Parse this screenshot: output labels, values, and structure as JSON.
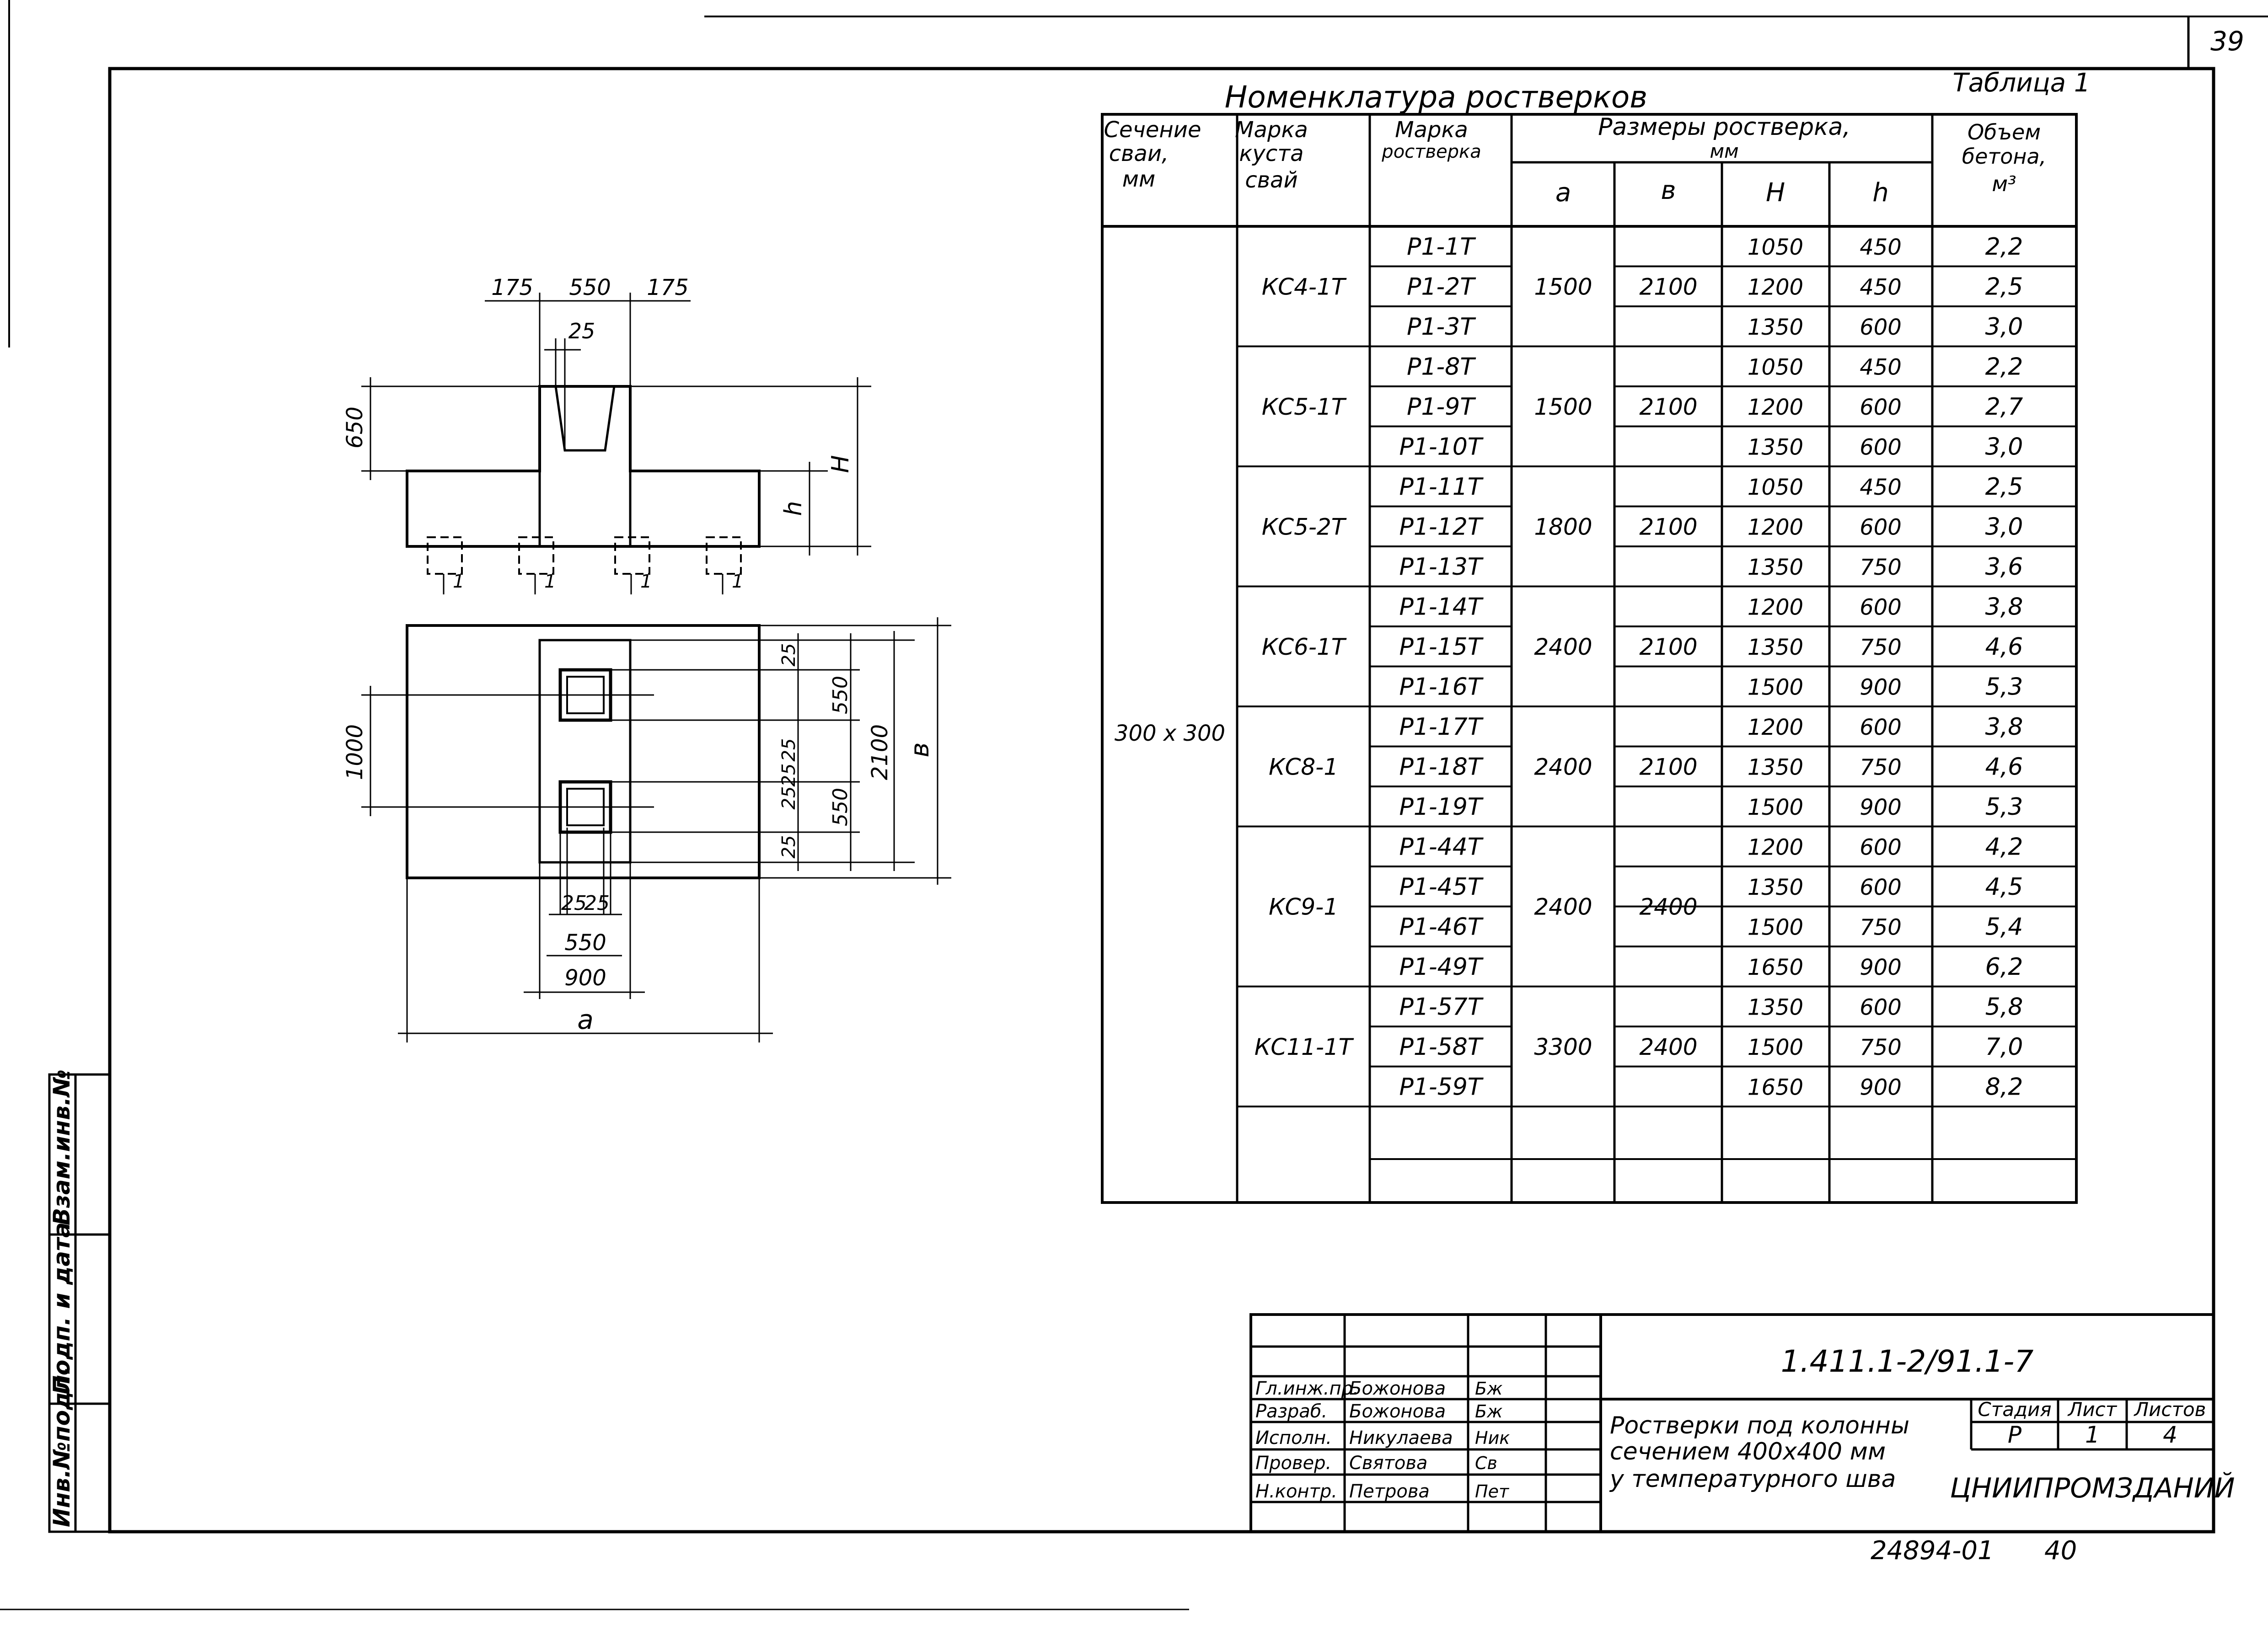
{
  "page_number": "39",
  "title": "Номенклатура ростверков",
  "table_label": "Таблица 1",
  "headers": {
    "section": [
      "Сечение",
      "сваи,",
      "мм"
    ],
    "bush": [
      "Марка",
      "куста",
      "свай"
    ],
    "grillage": [
      "Марка",
      "ростверка"
    ],
    "dims": [
      "Размеры ростверка,",
      "мм"
    ],
    "a": "a",
    "b": "в",
    "H": "H",
    "h": "h",
    "volume": [
      "Объем",
      "бетона,",
      "м³"
    ]
  },
  "pile_section": "300 x 300",
  "groups": [
    {
      "bush": "КС4-1Т",
      "a": "1500",
      "b": "2100",
      "rows": [
        [
          "Р1-1Т",
          "1050",
          "450",
          "2,2"
        ],
        [
          "Р1-2Т",
          "1200",
          "450",
          "2,5"
        ],
        [
          "Р1-3Т",
          "1350",
          "600",
          "3,0"
        ]
      ]
    },
    {
      "bush": "КС5-1Т",
      "a": "1500",
      "b": "2100",
      "rows": [
        [
          "Р1-8Т",
          "1050",
          "450",
          "2,2"
        ],
        [
          "Р1-9Т",
          "1200",
          "600",
          "2,7"
        ],
        [
          "Р1-10Т",
          "1350",
          "600",
          "3,0"
        ]
      ]
    },
    {
      "bush": "КС5-2Т",
      "a": "1800",
      "b": "2100",
      "rows": [
        [
          "Р1-11Т",
          "1050",
          "450",
          "2,5"
        ],
        [
          "Р1-12Т",
          "1200",
          "600",
          "3,0"
        ],
        [
          "Р1-13Т",
          "1350",
          "750",
          "3,6"
        ]
      ]
    },
    {
      "bush": "КС6-1Т",
      "a": "2400",
      "b": "2100",
      "rows": [
        [
          "Р1-14Т",
          "1200",
          "600",
          "3,8"
        ],
        [
          "Р1-15Т",
          "1350",
          "750",
          "4,6"
        ],
        [
          "Р1-16Т",
          "1500",
          "900",
          "5,3"
        ]
      ]
    },
    {
      "bush": "КС8-1",
      "a": "2400",
      "b": "2100",
      "rows": [
        [
          "Р1-17Т",
          "1200",
          "600",
          "3,8"
        ],
        [
          "Р1-18Т",
          "1350",
          "750",
          "4,6"
        ],
        [
          "Р1-19Т",
          "1500",
          "900",
          "5,3"
        ]
      ]
    },
    {
      "bush": "КС9-1",
      "a": "2400",
      "b": "2400",
      "rows": [
        [
          "Р1-44Т",
          "1200",
          "600",
          "4,2"
        ],
        [
          "Р1-45Т",
          "1350",
          "600",
          "4,5"
        ],
        [
          "Р1-46Т",
          "1500",
          "750",
          "5,4"
        ],
        [
          "Р1-49Т",
          "1650",
          "900",
          "6,2"
        ]
      ]
    },
    {
      "bush": "КС11-1Т",
      "a": "3300",
      "b": "2400",
      "rows": [
        [
          "Р1-57Т",
          "1350",
          "600",
          "5,8"
        ],
        [
          "Р1-58Т",
          "1500",
          "750",
          "7,0"
        ],
        [
          "Р1-59Т",
          "1650",
          "900",
          "8,2"
        ]
      ]
    }
  ],
  "drawing": {
    "top_dims": [
      "175",
      "550",
      "175"
    ],
    "inner_dim": "25",
    "d650": "650",
    "H": "H",
    "h": "h",
    "pile_mark": "1",
    "d1000": "1000",
    "right_dims": [
      "25",
      "550",
      "25",
      "25",
      "25",
      "550",
      "25"
    ],
    "d2100": "2100",
    "b": "в",
    "bottom_dims": [
      "25",
      "25",
      "550",
      "900"
    ],
    "a": "a"
  },
  "side_stamp": [
    "Инв.№подл.",
    "Подп. и дата",
    "Взам.инв.№"
  ],
  "title_block": {
    "code": "1.411.1-2/91.1-7",
    "roles": [
      "Гл.инж.пр.",
      "Разраб.",
      "Исполн.",
      "Провер.",
      "Н.контр."
    ],
    "names": [
      "Божонова",
      "Божонова",
      "Никулаева",
      "Святова",
      "Петрова"
    ],
    "signatures": [
      "Бж",
      "Бж",
      "Ник",
      "Св",
      "Пет"
    ],
    "description": [
      "Ростверки под колонны",
      "сечением 400х400 мм",
      "у температурного шва"
    ],
    "stage_label": "Стадия",
    "sheet_label": "Лист",
    "sheets_label": "Листов",
    "stage": "Р",
    "sheet": "1",
    "sheets": "4",
    "org": "ЦНИИПРОМЗДАНИЙ"
  },
  "footer_code": "24894-01",
  "footer_page": "40"
}
